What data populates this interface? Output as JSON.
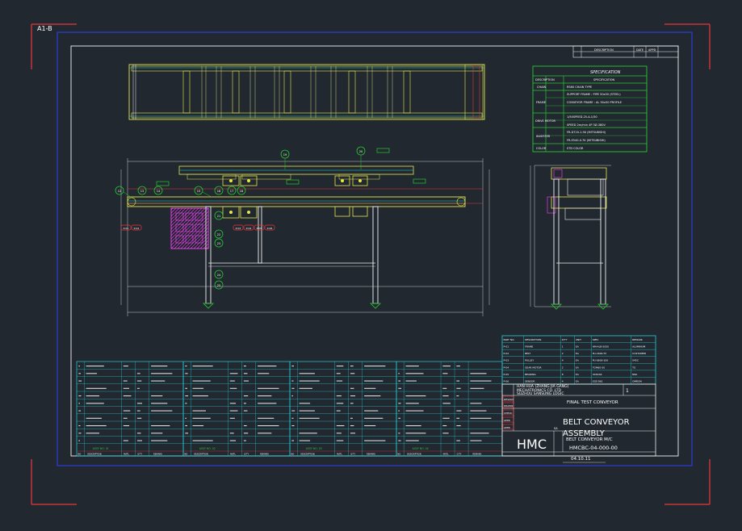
{
  "sheet": {
    "label": "A1-B"
  },
  "spec": {
    "title": "SPECIFICATION",
    "col1_header": "DESCRIPTION",
    "col2_header": "SPECIFICATION",
    "row_chain": "CHAIN",
    "row_chain_value": "RS60 CHAIN TYPE",
    "row_frame": "FRAME",
    "row_frame_value1": "SUPPORT FRAME : PIPE 50x50 (STEEL)",
    "row_frame_value2": "CONVEYOR FRAME : AL 50x50 PROFILE",
    "row_drive": "DRIVE MOTOR",
    "row_drive_value1": "1/50SPEED-25-A-1/50",
    "row_drive_value2": "SPEED 2m/min 4P 3Ø-380V",
    "row_inverter": "INVERTER",
    "row_inverter_value1": "FR-D720-1.5K (MITSUBISHI)",
    "row_inverter_value2": "FR-E540-0.7K (MITSUBISHI)",
    "row_color": "COLOR",
    "row_color_value": "STD COLOR"
  },
  "rev_table": {
    "c1": "DESCRIPTION",
    "c2": "DATE",
    "c3": "APPD"
  },
  "balloons": [
    "12",
    "13",
    "14",
    "15",
    "16",
    "17",
    "18",
    "19",
    "20",
    "21",
    "22",
    "23",
    "24",
    "25"
  ],
  "callouts": [
    "P-01",
    "P-02",
    "P-03",
    "P-04",
    "P-05",
    "P-06"
  ],
  "title_block": {
    "company1": "HAN HUA (ZHANG JIA GANG)",
    "company2": "MECHATRONICS CO.,LTD",
    "company3": "SUZHOU SANSUNG LOGIC",
    "project": "FINAL TEST CONVEYOR",
    "title_line1": "BELT CONVEYOR",
    "title_line2": "ASSEMBLY",
    "subtitle": "BELT CONVEYOR M/C",
    "logo": "HMC",
    "dwg_no": "HMCBC-04-000-00",
    "date": "04.10.11",
    "sheet_no": "1",
    "scale_label": "S/L",
    "row_labels": [
      "DESIGN",
      "DRAWN",
      "CHECK",
      "APPD",
      "APPD"
    ]
  },
  "parts_bom": {
    "header": [
      "PART NO.",
      "DESCRIPTION",
      "Q'TY",
      "UNIT",
      "SPEC",
      "REMARK"
    ],
    "rows": [
      [
        "P-01",
        "FRAME",
        "1",
        "EA",
        "HM-ALB-5050",
        "ALUMINUM"
      ],
      [
        "P-02",
        "BELT",
        "2",
        "EA",
        "PU-1600-T3",
        "CUSTOMER"
      ],
      [
        "P-03",
        "PULLEY",
        "4",
        "EA",
        "PU-0600-100",
        "S45C"
      ],
      [
        "P-04",
        "GEAR MOTOR",
        "2",
        "EA",
        "TGM60-50",
        "TG"
      ],
      [
        "P-05",
        "BEARING",
        "8",
        "EA",
        "UCP204",
        "NSK"
      ],
      [
        "P-06",
        "SENSOR",
        "4",
        "EA",
        "E3Z-D61",
        "OMRON"
      ]
    ]
  },
  "bom_group_labels": [
    "ASSY NO. 01",
    "ASSY NO. 02",
    "ASSY NO. 03",
    "ASSY NO. 04"
  ],
  "bom_headers": [
    "NO",
    "DESCRIPTION",
    "MATL",
    "Q'TY",
    "REMARK"
  ]
}
